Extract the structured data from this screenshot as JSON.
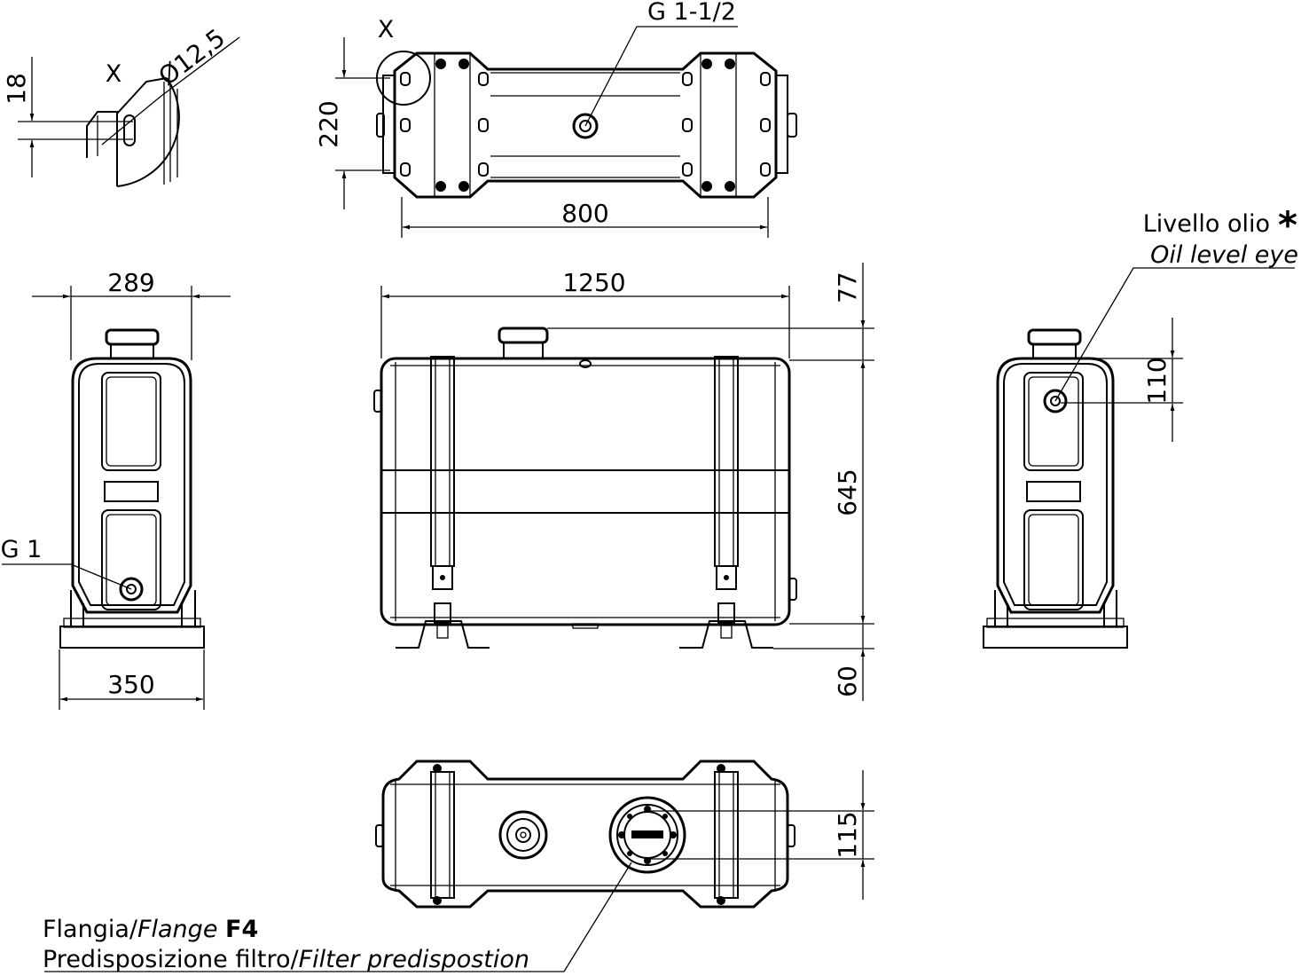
{
  "detail_x": {
    "marker": "X",
    "dim_height": "18",
    "dim_hole": "Ø12,5"
  },
  "top_view": {
    "marker": "X",
    "port_label": "G 1-1/2",
    "dim_height": "220",
    "dim_width": "800"
  },
  "left_view": {
    "dim_top": "289",
    "dim_bottom": "350",
    "port_label": "G 1"
  },
  "front_view": {
    "dim_length": "1250",
    "dim_cap": "77",
    "dim_body": "645",
    "dim_feet": "60"
  },
  "right_view": {
    "oil_label_it": "Livello olio",
    "oil_marker": "*",
    "oil_label_en": "Oil level eye",
    "dim_eye": "110"
  },
  "bottom_view": {
    "dim_offset": "115",
    "flange_it": "Flangia/",
    "flange_en": "Flange",
    "flange_code": "F4",
    "filter_it": "Predisposizione filtro/",
    "filter_en": "Filter predispostion"
  }
}
